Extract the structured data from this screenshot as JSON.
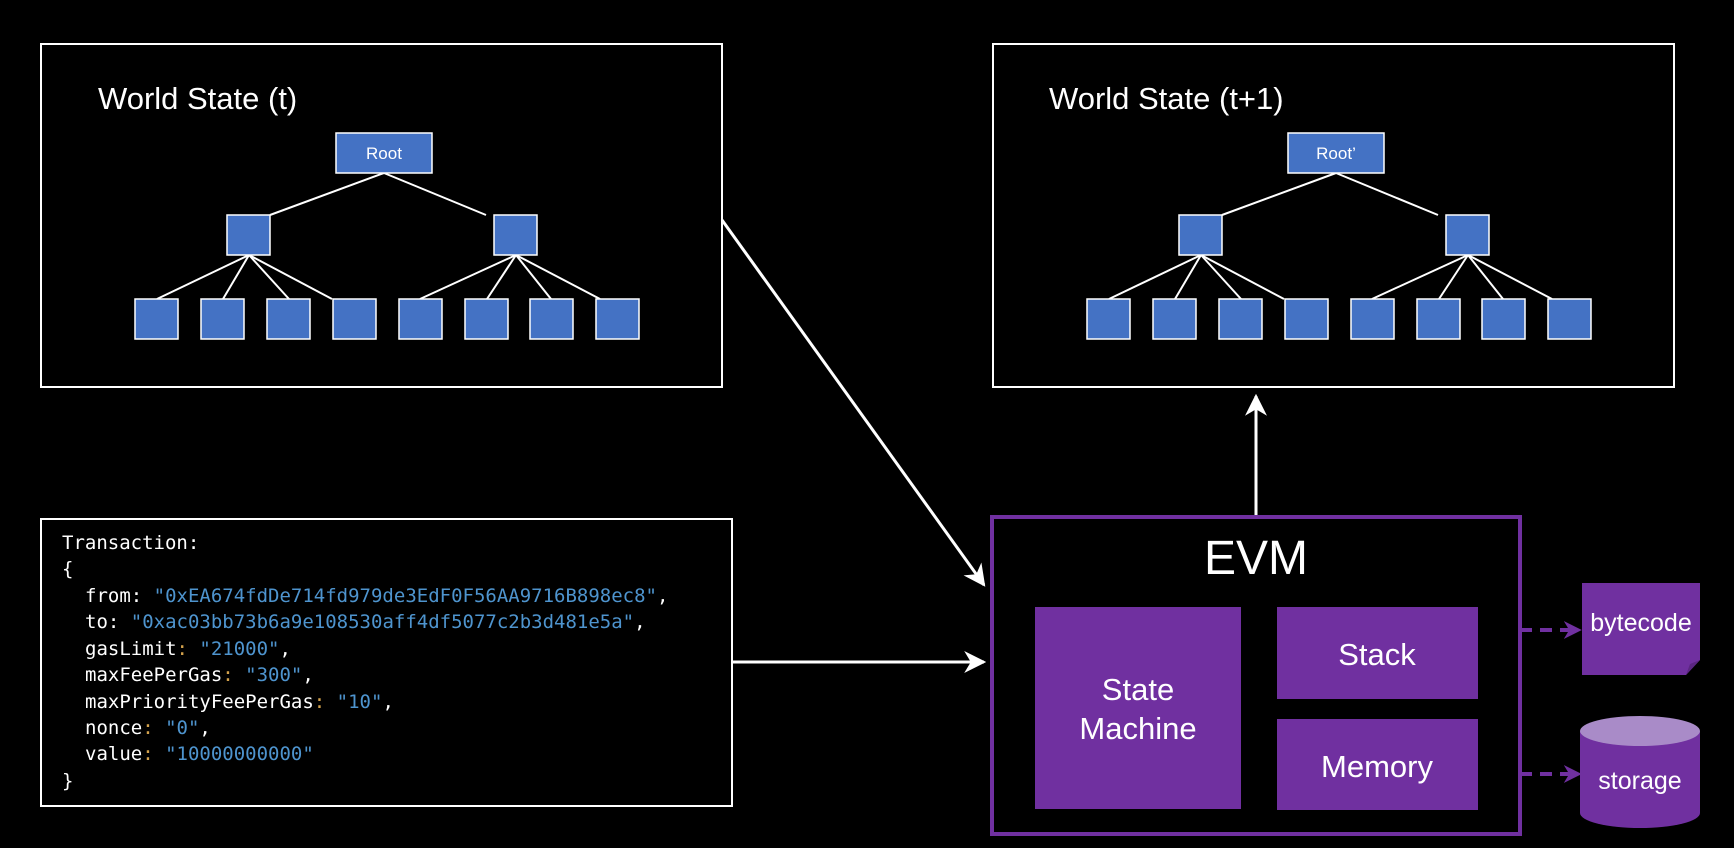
{
  "world_state_before": {
    "title": "World State (t)",
    "root_label": "Root"
  },
  "world_state_after": {
    "title": "World State (t+1)",
    "root_label": "Root’"
  },
  "transaction": {
    "header": "Transaction:",
    "open_brace": "{",
    "close_brace": "}",
    "fields": [
      {
        "key": "from",
        "value": "\"0xEA674fdDe714fd979de3EdF0F56AA9716B898ec8\"",
        "comma": ","
      },
      {
        "key": "to",
        "value": "\"0xac03bb73b6a9e108530aff4df5077c2b3d481e5a\"",
        "comma": ","
      },
      {
        "key": "gasLimit",
        "value": "\"21000\"",
        "comma": ","
      },
      {
        "key": "maxFeePerGas",
        "value": "\"300\"",
        "comma": ","
      },
      {
        "key": "maxPriorityFeePerGas",
        "value": "\"10\"",
        "comma": ","
      },
      {
        "key": "nonce",
        "value": "\"0\"",
        "comma": ","
      },
      {
        "key": "value",
        "value": "\"10000000000\"",
        "comma": ""
      }
    ]
  },
  "evm": {
    "title": "EVM",
    "state_machine_line1": "State",
    "state_machine_line2": "Machine",
    "stack_label": "Stack",
    "memory_label": "Memory"
  },
  "external": {
    "bytecode_label": "bytecode",
    "storage_label": "storage"
  },
  "colors": {
    "background": "#000000",
    "tree_node": "#4472c4",
    "evm_purple": "#7030a0",
    "storage_top": "#a98bc8",
    "code_text": "#ffffff",
    "code_string": "#4e94ce",
    "code_colon": "#d4a24c"
  }
}
